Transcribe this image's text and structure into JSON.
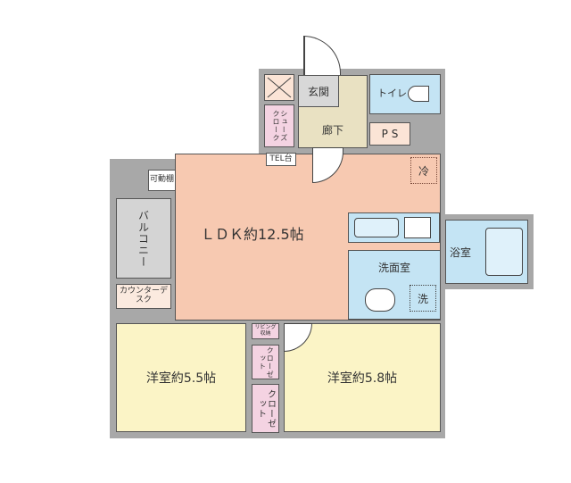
{
  "rooms": {
    "entrance": "玄関",
    "toilet": "トイレ",
    "ps": "P S",
    "hallway": "廊下",
    "shoes_closet": "シューズクローク",
    "tel_stand": "TEL台",
    "fridge": "冷",
    "movable_shelf": "可動棚",
    "balcony": "バルコニー",
    "ldk": "ＬＤＫ約12.5帖",
    "counter_desk": "カウンターデスク",
    "living_storage": "リビング収納",
    "closet_1": "クローゼット",
    "closet_2": "クローゼット",
    "western_room_1": "洋室約5.5帖",
    "western_room_2": "洋室約5.8帖",
    "washroom": "洗面室",
    "washer": "洗",
    "bathroom": "浴室"
  },
  "colors": {
    "wall": "#a8a8a8",
    "ldk": "#f7c9b1",
    "bedroom": "#fbf4c6",
    "wet_area": "#c4e4f4",
    "storage": "#f4d3e2",
    "hallway": "#e9e1c2"
  }
}
